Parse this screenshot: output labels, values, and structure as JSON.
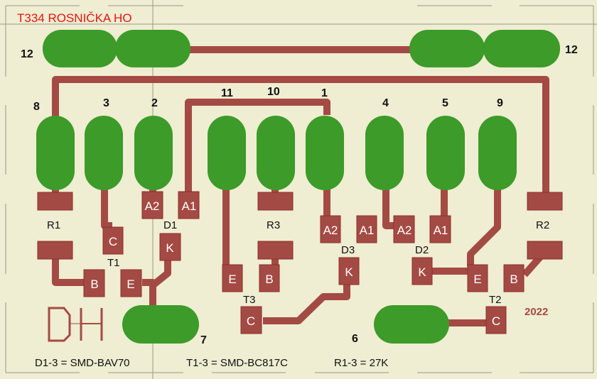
{
  "board": {
    "title": "T334 ROSNIČKA HO",
    "year": "2022",
    "logo": "DH",
    "colors": {
      "background": "#efedd2",
      "copper": "#a44a44",
      "pad": "#3c9b29",
      "title": "#e8140f"
    }
  },
  "pins": {
    "p12_left": "12",
    "p12_right": "12",
    "p8": "8",
    "p3": "3",
    "p2": "2",
    "p11": "11",
    "p10": "10",
    "p1": "1",
    "p4": "4",
    "p5": "5",
    "p9": "9",
    "p7": "7",
    "p6": "6"
  },
  "refs": {
    "r1": "R1",
    "r2": "R2",
    "r3": "R3",
    "d1": "D1",
    "d2": "D2",
    "d3": "D3",
    "t1": "T1",
    "t2": "T2",
    "t3": "T3"
  },
  "smd_labels": {
    "a1": "A1",
    "a2": "A2",
    "k": "K",
    "b": "B",
    "c": "C",
    "e": "E"
  },
  "notes": {
    "diodes": "D1-3 = SMD-BAV70",
    "transistors": "T1-3 = SMD-BC817C",
    "resistors": "R1-3 = 27K"
  }
}
